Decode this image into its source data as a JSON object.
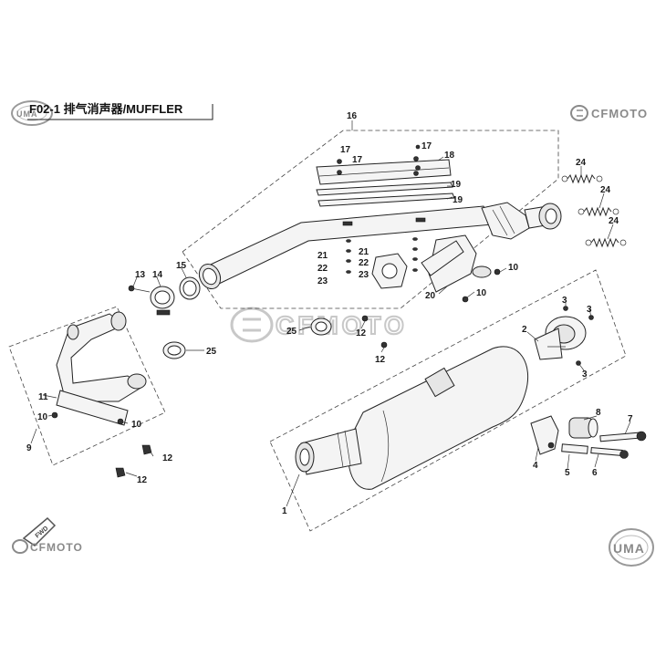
{
  "header": {
    "title": "F02-1 排气消声器/MUFFLER",
    "logo_left": "UMA",
    "brand_right": "CFMOTO"
  },
  "watermark": {
    "center": "CFMOTO"
  },
  "footer": {
    "fwd_label": "FWD",
    "brand_left": "CFMOTO",
    "logo_right": "UMA"
  },
  "callouts": [
    {
      "id": "c1",
      "label": "1"
    },
    {
      "id": "c2",
      "label": "2"
    },
    {
      "id": "c3a",
      "label": "3"
    },
    {
      "id": "c3b",
      "label": "3"
    },
    {
      "id": "c3c",
      "label": "3"
    },
    {
      "id": "c4",
      "label": "4"
    },
    {
      "id": "c5",
      "label": "5"
    },
    {
      "id": "c6",
      "label": "6"
    },
    {
      "id": "c7",
      "label": "7"
    },
    {
      "id": "c8",
      "label": "8"
    },
    {
      "id": "c9",
      "label": "9"
    },
    {
      "id": "c10a",
      "label": "10"
    },
    {
      "id": "c10b",
      "label": "10"
    },
    {
      "id": "c10c",
      "label": "10"
    },
    {
      "id": "c10d",
      "label": "10"
    },
    {
      "id": "c11",
      "label": "11"
    },
    {
      "id": "c12a",
      "label": "12"
    },
    {
      "id": "c12b",
      "label": "12"
    },
    {
      "id": "c12c",
      "label": "12"
    },
    {
      "id": "c12d",
      "label": "12"
    },
    {
      "id": "c13",
      "label": "13"
    },
    {
      "id": "c14",
      "label": "14"
    },
    {
      "id": "c15",
      "label": "15"
    },
    {
      "id": "c16",
      "label": "16"
    },
    {
      "id": "c17a",
      "label": "17"
    },
    {
      "id": "c17b",
      "label": "17"
    },
    {
      "id": "c17c",
      "label": "17"
    },
    {
      "id": "c18",
      "label": "18"
    },
    {
      "id": "c19a",
      "label": "19"
    },
    {
      "id": "c19b",
      "label": "19"
    },
    {
      "id": "c20",
      "label": "20"
    },
    {
      "id": "c21a",
      "label": "21"
    },
    {
      "id": "c21b",
      "label": "21"
    },
    {
      "id": "c22a",
      "label": "22"
    },
    {
      "id": "c22b",
      "label": "22"
    },
    {
      "id": "c23a",
      "label": "23"
    },
    {
      "id": "c23b",
      "label": "23"
    },
    {
      "id": "c24a",
      "label": "24"
    },
    {
      "id": "c24b",
      "label": "24"
    },
    {
      "id": "c24c",
      "label": "24"
    },
    {
      "id": "c25a",
      "label": "25"
    },
    {
      "id": "c25b",
      "label": "25"
    }
  ]
}
